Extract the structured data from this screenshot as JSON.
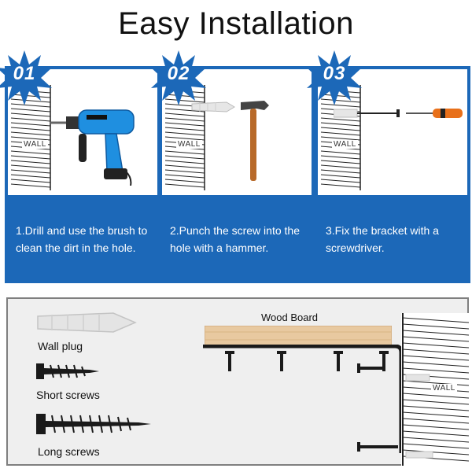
{
  "title": "Easy Installation",
  "steps": [
    {
      "number": "01",
      "wall_label": "WALL",
      "text": "1.Drill and use the brush to clean the dirt in the hole."
    },
    {
      "number": "02",
      "wall_label": "WALL",
      "text": "2.Punch the screw into the hole with a hammer."
    },
    {
      "number": "03",
      "wall_label": "WALL",
      "text": "3.Fix the bracket with a screwdriver."
    }
  ],
  "parts": {
    "wall_plug": "Wall plug",
    "short_screws": "Short screws",
    "long_screws": "Long screws"
  },
  "diagram": {
    "wood_board": "Wood Board",
    "wall_label": "WALL"
  },
  "colors": {
    "brand_blue": "#1c68b8",
    "drill_blue": "#1f8fe0",
    "wood": "#e8c9a0",
    "bracket": "#1a1a1a"
  },
  "icons": [
    "drill-icon",
    "hammer-icon",
    "screw-icon",
    "screwdriver-icon",
    "wall-plug-icon",
    "bracket-icon"
  ]
}
